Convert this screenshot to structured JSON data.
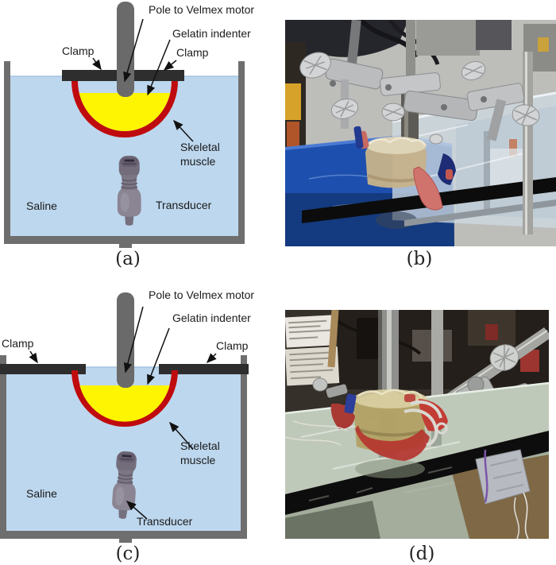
{
  "figure": {
    "colors": {
      "saline": "#bdd7ee",
      "gelatin": "#fdf501",
      "muscle_red": "#c00b0e",
      "clamp_dark": "#2e2e2e",
      "tank_wall": "#6e6e6e",
      "pole_gray": "#6a6a6a"
    },
    "panels": {
      "a": {
        "caption": "(a)",
        "labels": {
          "pole": "Pole to Velmex motor",
          "gelatin": "Gelatin indenter",
          "clamp_left": "Clamp",
          "clamp_right": "Clamp",
          "skeletal_muscle": "Skeletal muscle",
          "transducer": "Transducer",
          "saline": "Saline"
        }
      },
      "b": {
        "caption": "(b)"
      },
      "c": {
        "caption": "(c)",
        "labels": {
          "pole": "Pole to Velmex motor",
          "gelatin": "Gelatin indenter",
          "clamp_left": "Clamp",
          "clamp_right": "Clamp",
          "skeletal_muscle": "Skeletal muscle",
          "transducer": "Transducer",
          "saline": "Saline"
        }
      },
      "d": {
        "caption": "(d)"
      }
    }
  }
}
